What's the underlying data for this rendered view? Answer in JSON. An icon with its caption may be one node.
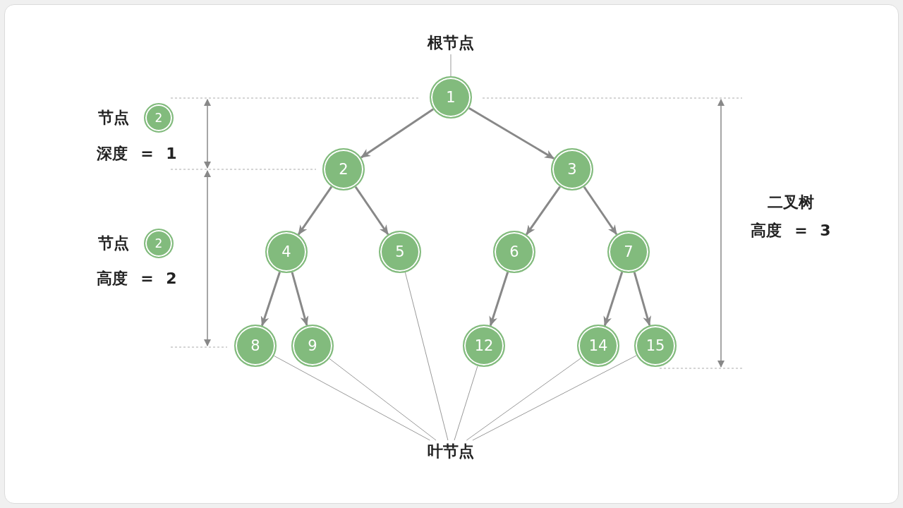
{
  "diagram": {
    "nodes": [
      {
        "text": [
          "根节点"
        ]
      },
      {
        "text": [
          "1"
        ]
      },
      {
        "text": [
          "2"
        ]
      },
      {
        "text": [
          "3"
        ]
      },
      {
        "text": [
          "4"
        ]
      },
      {
        "text": [
          "5"
        ]
      },
      {
        "text": [
          "6"
        ]
      },
      {
        "text": [
          "7"
        ]
      },
      {
        "text": [
          "8"
        ]
      },
      {
        "text": [
          "9"
        ]
      },
      {
        "text": [
          "12"
        ]
      },
      {
        "text": [
          "14"
        ]
      },
      {
        "text": [
          "15"
        ]
      },
      {
        "text": [
          "叶节点"
        ]
      },
      {
        "text": [
          "2"
        ]
      },
      {
        "text": [
          "2"
        ]
      }
    ],
    "edges": [
      {
        "from": 0,
        "to": 1,
        "arrow": "none"
      },
      {
        "from": 1,
        "to": 2,
        "arrow": "to"
      },
      {
        "from": 1,
        "to": 3,
        "arrow": "to"
      },
      {
        "from": 2,
        "to": 4,
        "arrow": "to"
      },
      {
        "from": 2,
        "to": 5,
        "arrow": "to"
      },
      {
        "from": 3,
        "to": 6,
        "arrow": "to"
      },
      {
        "from": 3,
        "to": 7,
        "arrow": "to"
      },
      {
        "from": 4,
        "to": 8,
        "arrow": "to"
      },
      {
        "from": 4,
        "to": 9,
        "arrow": "to"
      },
      {
        "from": 6,
        "to": 10,
        "arrow": "to"
      },
      {
        "from": 7,
        "to": 11,
        "arrow": "to"
      },
      {
        "from": 7,
        "to": 12,
        "arrow": "to"
      },
      {
        "from": 13,
        "to": 8,
        "arrow": "none"
      },
      {
        "from": 13,
        "to": 9,
        "arrow": "none"
      },
      {
        "from": 13,
        "to": 5,
        "arrow": "none"
      },
      {
        "from": 13,
        "to": 10,
        "arrow": "none"
      },
      {
        "from": 13,
        "to": 11,
        "arrow": "none"
      },
      {
        "from": 13,
        "to": 12,
        "arrow": "none"
      }
    ],
    "labels": [
      "节点",
      "深度 = 1",
      "节点",
      "高度 = 2",
      "二叉树",
      "高度 = 3"
    ]
  }
}
